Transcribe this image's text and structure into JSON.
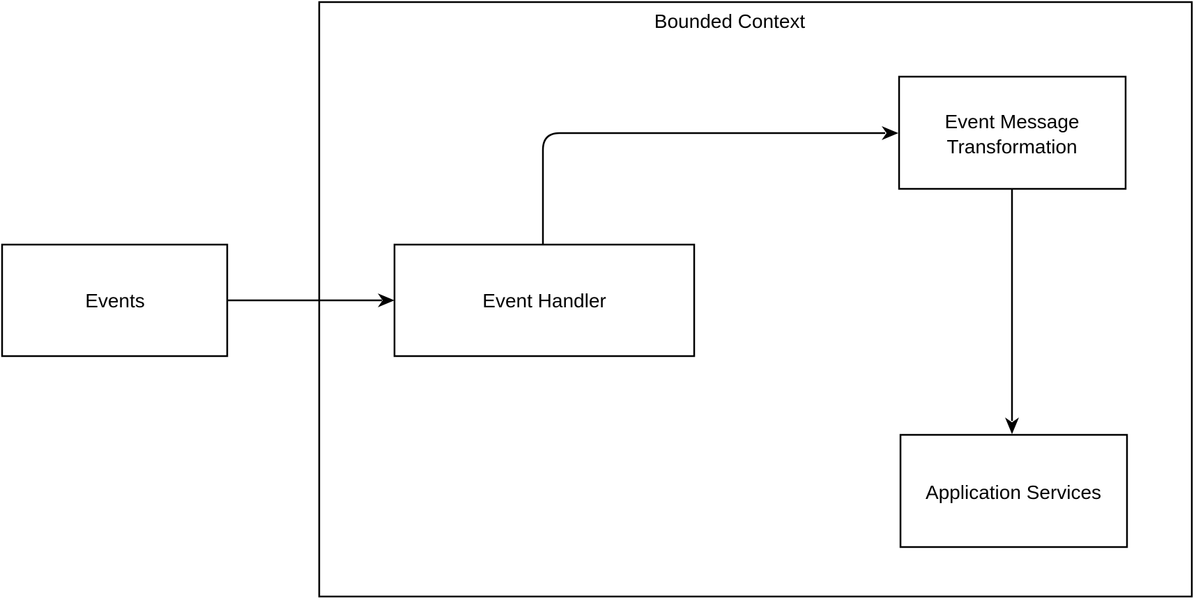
{
  "diagram": {
    "boundary": {
      "label": "Bounded Context"
    },
    "nodes": {
      "events": {
        "label": "Events"
      },
      "event_handler": {
        "label": "Event Handler"
      },
      "event_message_transformation": {
        "label_line1": "Event Message",
        "label_line2": "Transformation"
      },
      "application_services": {
        "label": "Application Services"
      }
    },
    "edges": [
      {
        "from": "Events",
        "to": "Event Handler"
      },
      {
        "from": "Event Handler",
        "to": "Event Message Transformation"
      },
      {
        "from": "Event Message Transformation",
        "to": "Application Services"
      }
    ],
    "colors": {
      "stroke": "#000000",
      "background": "#ffffff"
    }
  }
}
